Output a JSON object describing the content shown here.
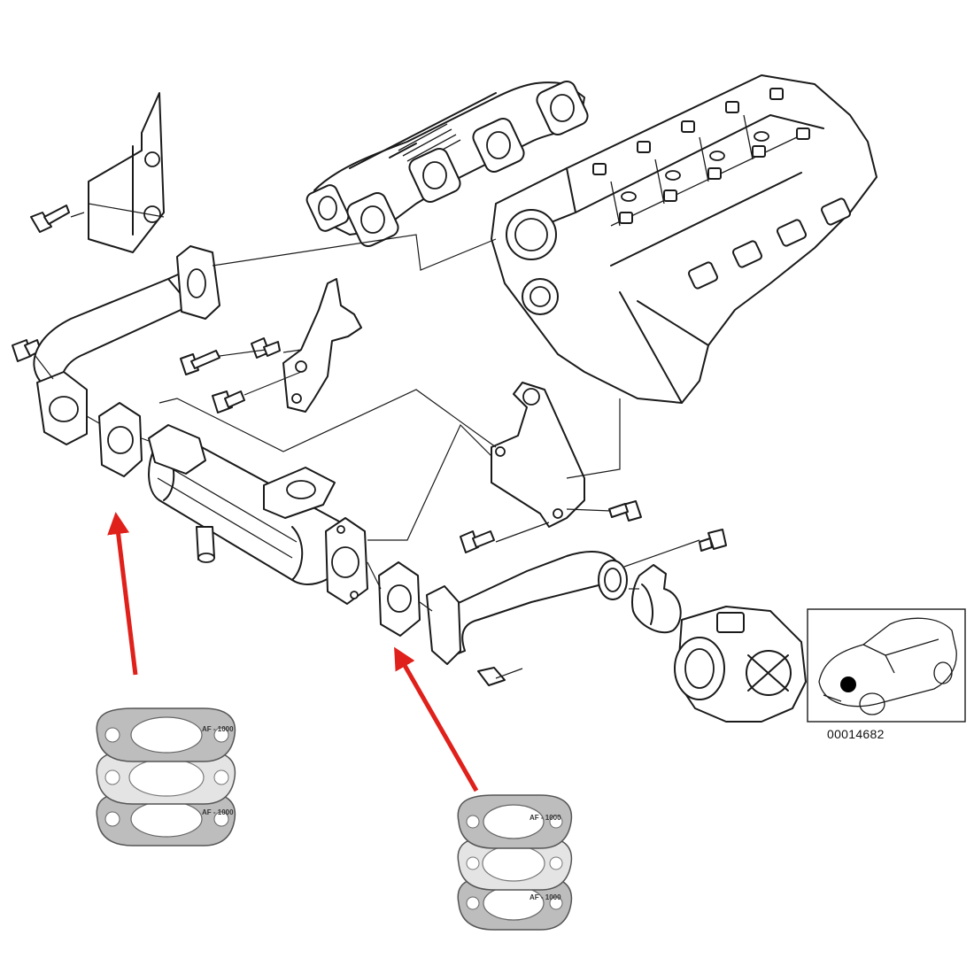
{
  "diagram": {
    "reference_code": "00014682",
    "gasket_print_label": "AF - 1000",
    "colors": {
      "line": "#1a1a1a",
      "callout_arrow": "#e0201a",
      "gasket_fiber": "#bdbdbd",
      "gasket_metal": "#e4e4e4"
    },
    "callouts": [
      {
        "target": "gasket-egr-cooler-front",
        "arrow_color": "#e0201a"
      },
      {
        "target": "gasket-egr-cooler-rear",
        "arrow_color": "#e0201a"
      }
    ],
    "icons": {
      "locator": "car-locator-icon",
      "marker": "engine-location-dot-icon"
    }
  }
}
